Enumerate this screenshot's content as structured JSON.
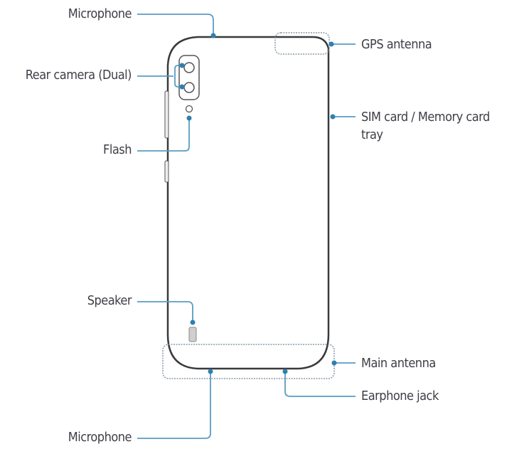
{
  "title": "Device layout - rear view",
  "labels": {
    "microphone_top": "Microphone",
    "rear_camera": "Rear camera (Dual)",
    "flash": "Flash",
    "speaker": "Speaker",
    "microphone_bottom": "Microphone",
    "gps_antenna": "GPS antenna",
    "sim_tray_line1": "SIM card / Memory card",
    "sim_tray_line2": "tray",
    "main_antenna": "Main antenna",
    "earphone_jack": "Earphone jack"
  },
  "colors": {
    "leader": "#4a90b8",
    "dot": "#2f7fb0",
    "outline": "#3a3a3a",
    "dotted": "#8a9aa6",
    "text": "#3e3e46"
  }
}
